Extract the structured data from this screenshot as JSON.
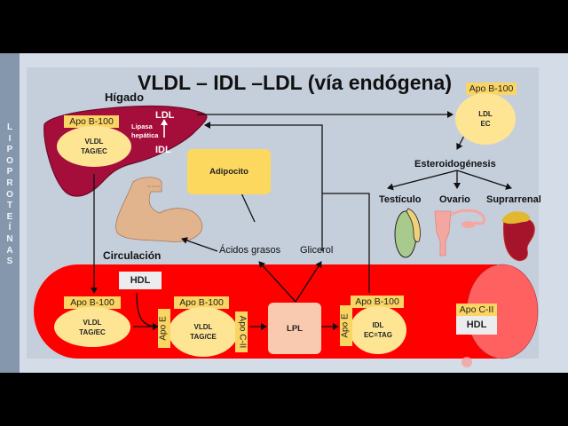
{
  "sidebar": {
    "letters": [
      "L",
      "I",
      "P",
      "O",
      "P",
      "R",
      "O",
      "T",
      "E",
      "Í",
      "N",
      "A",
      "S"
    ]
  },
  "title": "VLDL – IDL –LDL (vía endógena)",
  "labels": {
    "liver": "Hígado",
    "circulation": "Circulación",
    "steroidogenesis": "Esteroidogénesis",
    "testicle": "Testículo",
    "ovary": "Ovario",
    "adrenal": "Suprarrenal",
    "fatty_acids": "Ácidos grasos",
    "glycerol": "Glicerol",
    "adipocyte": "Adipocito",
    "hepatic_lipase_1": "Lipasa",
    "hepatic_lipase_2": "hepática",
    "ldl_in_liver": "LDL",
    "idl_in_liver": "IDL",
    "lpl": "LPL"
  },
  "liver_particle": {
    "apo": "Apo B-100",
    "line1": "VLDL",
    "line2": "TAG/EC"
  },
  "ldl_particle": {
    "apo": "Apo B-100",
    "line1": "LDL",
    "line2": "EC"
  },
  "blood_vldl_1": {
    "apo": "Apo B-100",
    "line1": "VLDL",
    "line2": "TAG/EC"
  },
  "blood_vldl_2": {
    "apo_top": "Apo B-100",
    "apo_left": "Apo E",
    "apo_right": "Apo C-II",
    "line1": "VLDL",
    "line2": "TAG/CE"
  },
  "blood_idl": {
    "apo_top": "Apo B-100",
    "apo_left": "Apo E",
    "line1": "IDL",
    "line2": "EC=TAG"
  },
  "hdl_top": "HDL",
  "hdl_right": {
    "apo": "Apo C-II",
    "label": "HDL"
  },
  "colors": {
    "vessel": "#ff0000",
    "vessel_end": "#ff6161",
    "liver": "#a50d3b",
    "apo": "#fbd564",
    "particle": "#fde594",
    "adipocyte": "#fcd95e",
    "lpl": "#f9c9b0"
  }
}
